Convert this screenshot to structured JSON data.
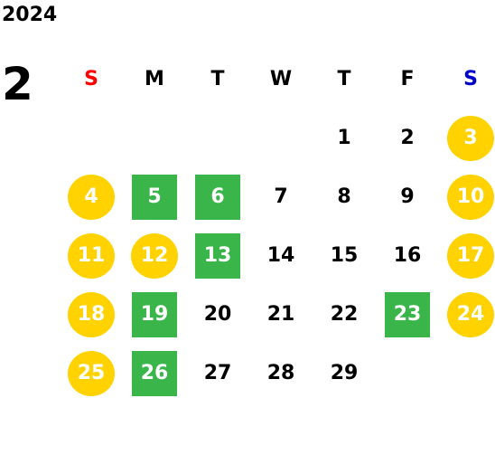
{
  "calendar": {
    "year": "2024",
    "month": "2",
    "colors": {
      "sunday_header": "#ff0000",
      "saturday_header": "#0000cc",
      "weekday_header": "#000000",
      "holiday_circle": "#ffd200",
      "event_square": "#3ab54a",
      "day_text": "#000000"
    },
    "weekdays": [
      {
        "label": "S",
        "kind": "sunday"
      },
      {
        "label": "M",
        "kind": "weekday"
      },
      {
        "label": "T",
        "kind": "weekday"
      },
      {
        "label": "W",
        "kind": "weekday"
      },
      {
        "label": "T",
        "kind": "weekday"
      },
      {
        "label": "F",
        "kind": "weekday"
      },
      {
        "label": "S",
        "kind": "saturday"
      }
    ],
    "days": [
      {
        "day": "",
        "style": "empty"
      },
      {
        "day": "",
        "style": "empty"
      },
      {
        "day": "",
        "style": "empty"
      },
      {
        "day": "",
        "style": "empty"
      },
      {
        "day": "1",
        "style": "plain"
      },
      {
        "day": "2",
        "style": "plain"
      },
      {
        "day": "3",
        "style": "circle"
      },
      {
        "day": "4",
        "style": "circle"
      },
      {
        "day": "5",
        "style": "square"
      },
      {
        "day": "6",
        "style": "square"
      },
      {
        "day": "7",
        "style": "plain"
      },
      {
        "day": "8",
        "style": "plain"
      },
      {
        "day": "9",
        "style": "plain"
      },
      {
        "day": "10",
        "style": "circle"
      },
      {
        "day": "11",
        "style": "circle"
      },
      {
        "day": "12",
        "style": "circle"
      },
      {
        "day": "13",
        "style": "square"
      },
      {
        "day": "14",
        "style": "plain"
      },
      {
        "day": "15",
        "style": "plain"
      },
      {
        "day": "16",
        "style": "plain"
      },
      {
        "day": "17",
        "style": "circle"
      },
      {
        "day": "18",
        "style": "circle"
      },
      {
        "day": "19",
        "style": "square"
      },
      {
        "day": "20",
        "style": "plain"
      },
      {
        "day": "21",
        "style": "plain"
      },
      {
        "day": "22",
        "style": "plain"
      },
      {
        "day": "23",
        "style": "square"
      },
      {
        "day": "24",
        "style": "circle"
      },
      {
        "day": "25",
        "style": "circle"
      },
      {
        "day": "26",
        "style": "square"
      },
      {
        "day": "27",
        "style": "plain"
      },
      {
        "day": "28",
        "style": "plain"
      },
      {
        "day": "29",
        "style": "plain"
      },
      {
        "day": "",
        "style": "empty"
      },
      {
        "day": "",
        "style": "empty"
      }
    ]
  }
}
